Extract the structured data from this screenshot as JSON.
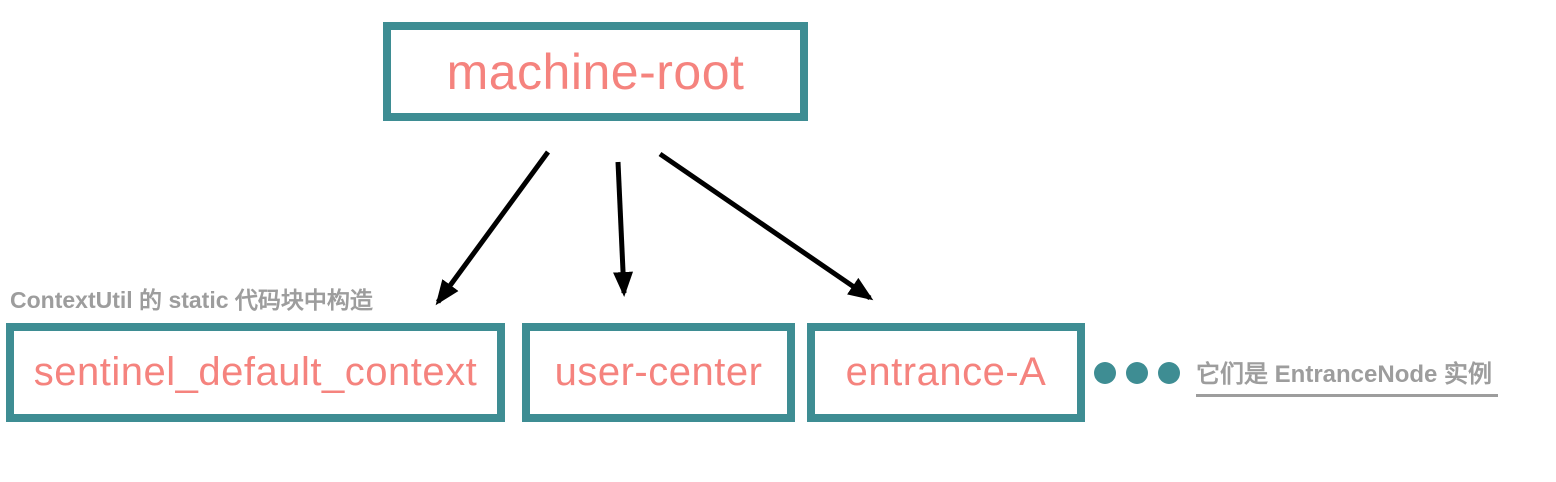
{
  "diagram": {
    "root": {
      "label": "machine-root"
    },
    "children": [
      {
        "label": "sentinel_default_context",
        "annotation": "ContextUtil 的 static 代码块中构造"
      },
      {
        "label": "user-center"
      },
      {
        "label": "entrance-A"
      }
    ],
    "right_note": "它们是 EntranceNode 实例",
    "colors": {
      "box_border_teal": "#3E8D93",
      "node_text_salmon": "#F5837E",
      "annotation_gray": "#9D9D9D",
      "arrow_black": "#000000"
    }
  }
}
